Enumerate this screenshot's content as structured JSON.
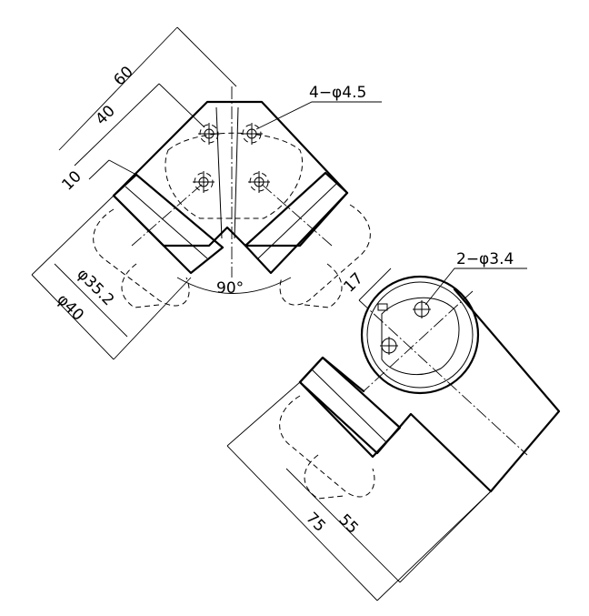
{
  "dimensions": {
    "overall": "60",
    "hole_spacing": "40",
    "collar": "10",
    "inner_diameter": "φ35.2",
    "outer_diameter": "φ40",
    "angle": "90°",
    "top_holes": "4−φ4.5",
    "side_holes": "2−φ3.4",
    "offset": "17",
    "length_long": "75",
    "length_short": "55"
  }
}
